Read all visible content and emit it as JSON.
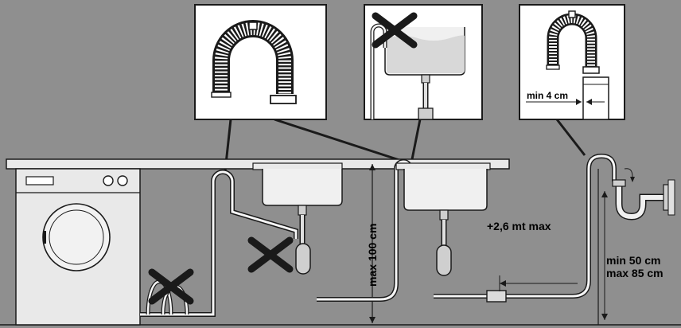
{
  "labels": {
    "min_gap": "min 4 cm",
    "max_height": "max 100 cm",
    "extension": "+2,6 mt max",
    "min_height": "min 50 cm",
    "max_height_standpipe": "max 85 cm"
  },
  "colors": {
    "background": "#8f8f8f",
    "surface": "#e9e9e9",
    "line": "#1a1a1a",
    "inset_bg": "#ffffff"
  },
  "icons": {
    "hose": "u-bend-drain-hose",
    "forbidden": "cross-mark",
    "trap": "siphon-trap"
  }
}
